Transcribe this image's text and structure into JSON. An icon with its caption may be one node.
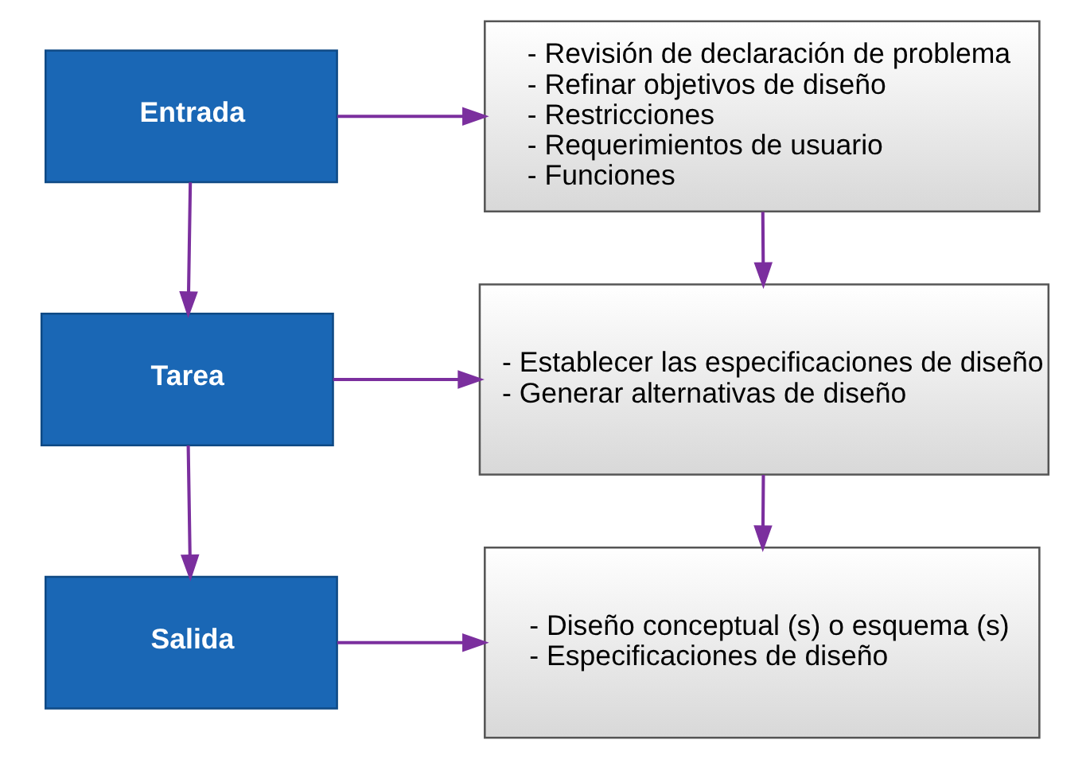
{
  "diagram": {
    "nodes": [
      {
        "text": [
          "Entrada"
        ]
      },
      {
        "text": [
          "Tarea"
        ]
      },
      {
        "text": [
          "Salida"
        ]
      },
      {
        "text": [
          "- Revisión de declaración de problema",
          "- Refinar objetivos de diseño",
          "- Restricciones",
          "- Requerimientos de usuario",
          "- Funciones"
        ]
      },
      {
        "text": [
          "- Establecer las especificaciones de diseño",
          "- Generar alternativas de diseño"
        ]
      },
      {
        "text": [
          "- Diseño conceptual (s) o esquema (s)",
          "- Especificaciones de diseño"
        ]
      }
    ],
    "edges": [
      {
        "from": 0,
        "to": 3,
        "arrow": "to"
      },
      {
        "from": 0,
        "to": 1,
        "arrow": "to"
      },
      {
        "from": 3,
        "to": 4,
        "arrow": "to"
      },
      {
        "from": 1,
        "to": 4,
        "arrow": "to"
      },
      {
        "from": 1,
        "to": 2,
        "arrow": "to"
      },
      {
        "from": 4,
        "to": 5,
        "arrow": "to"
      },
      {
        "from": 2,
        "to": 5,
        "arrow": "to"
      }
    ]
  }
}
